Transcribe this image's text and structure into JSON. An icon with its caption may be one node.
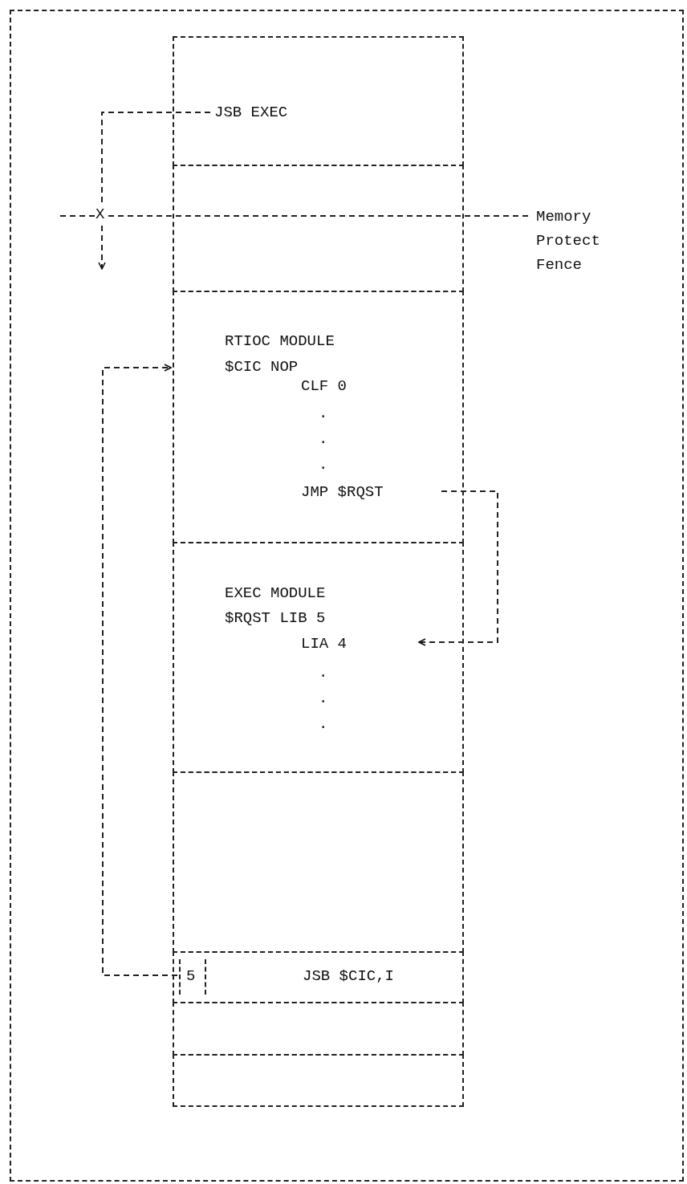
{
  "diagram": {
    "nodes": [
      {
        "text": [
          "JSB EXEC"
        ]
      },
      {
        "text": [],
        "shape": "box"
      },
      {
        "text": [
          "Memory Protect Fence"
        ]
      },
      {
        "text": [
          "RTIOC MODULE",
          "$CIC NOP",
          "CLF 0",
          ".",
          ".",
          ".",
          "JMP $RQST"
        ]
      },
      {
        "text": [
          "EXEC MODULE",
          "$RQST LIB 5",
          "LIA 4",
          ".",
          ".",
          "."
        ]
      },
      {
        "text": [],
        "shape": "box"
      },
      {
        "text": [
          "JSB $CIC,I"
        ]
      },
      {
        "text": [
          "5"
        ],
        "in": 6
      },
      {
        "text": [],
        "shape": "box"
      },
      {
        "text": [],
        "shape": "box"
      }
    ],
    "edges": [
      {
        "from": 0,
        "to": null,
        "arrow": "to"
      },
      {
        "from": null,
        "to": 2,
        "arrow": "none"
      },
      {
        "from": 7,
        "to": 3,
        "arrow": "to"
      },
      {
        "from": 3,
        "to": 4,
        "arrow": "to"
      }
    ],
    "labels": [
      "X"
    ]
  }
}
